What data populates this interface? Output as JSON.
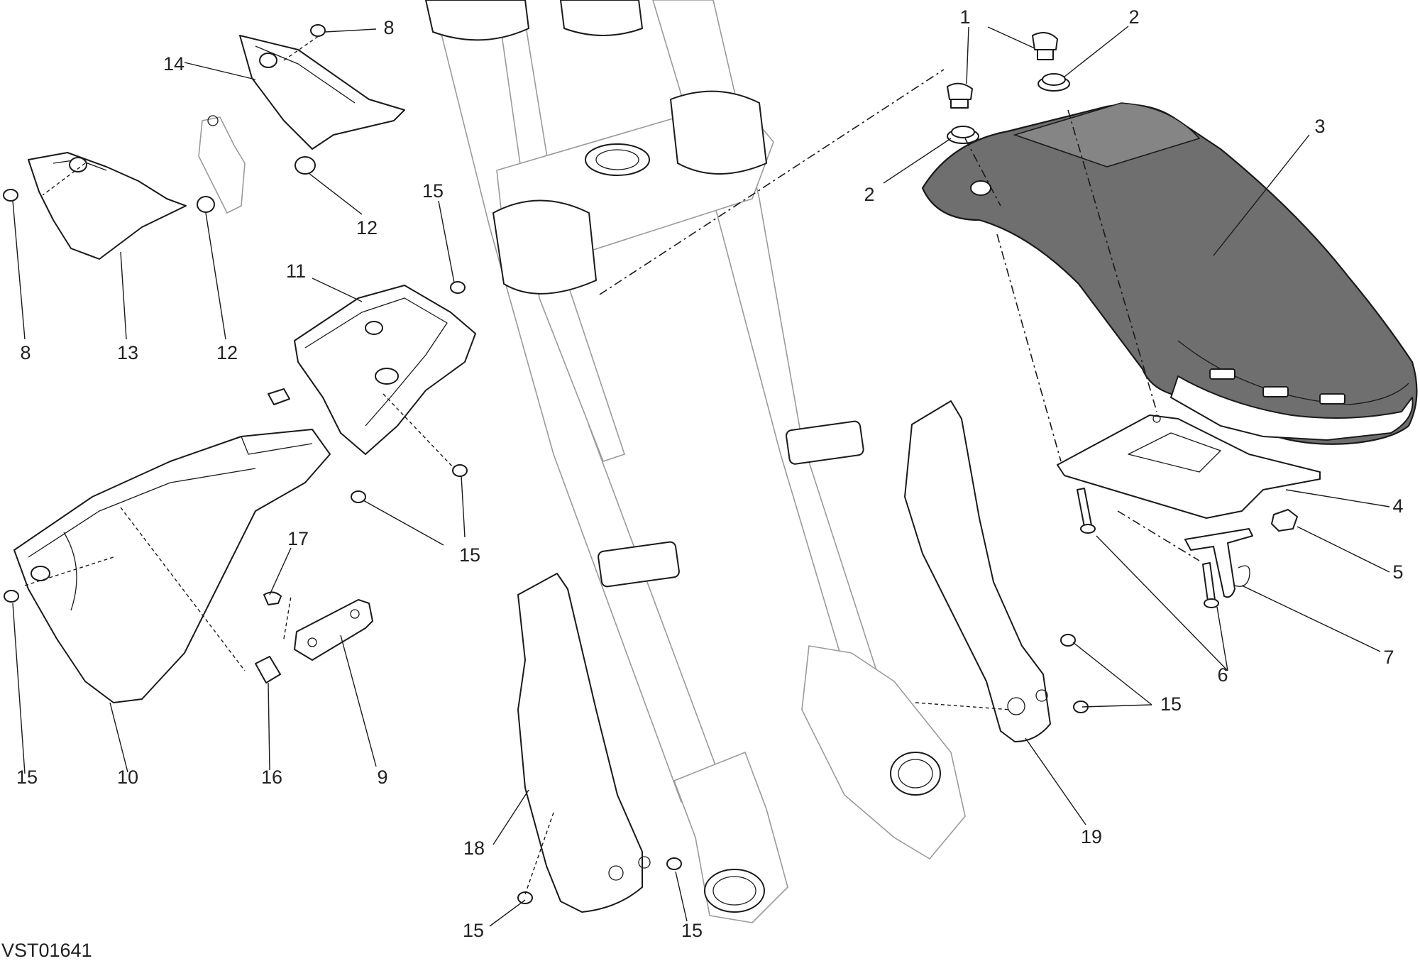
{
  "diagram_code": "VST01641",
  "callouts": {
    "c1": "1",
    "c2a": "2",
    "c2b": "2",
    "c3": "3",
    "c4": "4",
    "c5": "5",
    "c6": "6",
    "c7": "7",
    "c8a": "8",
    "c8b": "8",
    "c9": "9",
    "c10": "10",
    "c11": "11",
    "c12a": "12",
    "c12b": "12",
    "c13": "13",
    "c14": "14",
    "c15a": "15",
    "c15b": "15",
    "c15c": "15",
    "c15d": "15",
    "c15e": "15",
    "c15f": "15",
    "c16": "16",
    "c17": "17",
    "c18": "18",
    "c19": "19"
  }
}
